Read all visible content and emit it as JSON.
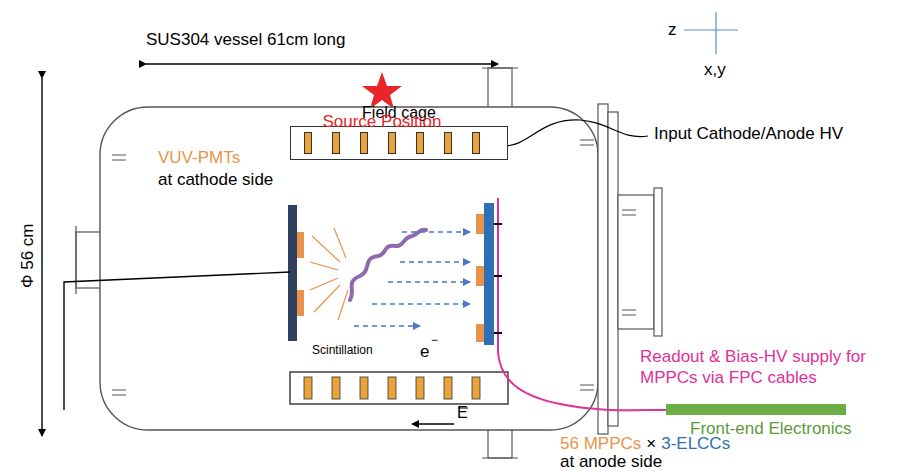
{
  "diagram": {
    "nodes": [
      {
        "text": [
          "Field cage"
        ]
      },
      {
        "text": [
          "Front-end Electronics"
        ]
      }
    ],
    "labels": [
      "SUS304 vessel  61cm long",
      "Source Position",
      "z",
      "x,y",
      "Φ 56 cm",
      "VUV-PMTs",
      "at cathode side",
      "Input Cathode/Anode HV",
      "Scintillation",
      "e",
      "−",
      "E",
      "Readout & Bias-HV supply for MPPCs via FPC cables",
      "56 MPPCs",
      "×",
      "3-ELCCs",
      "at anode side"
    ]
  }
}
